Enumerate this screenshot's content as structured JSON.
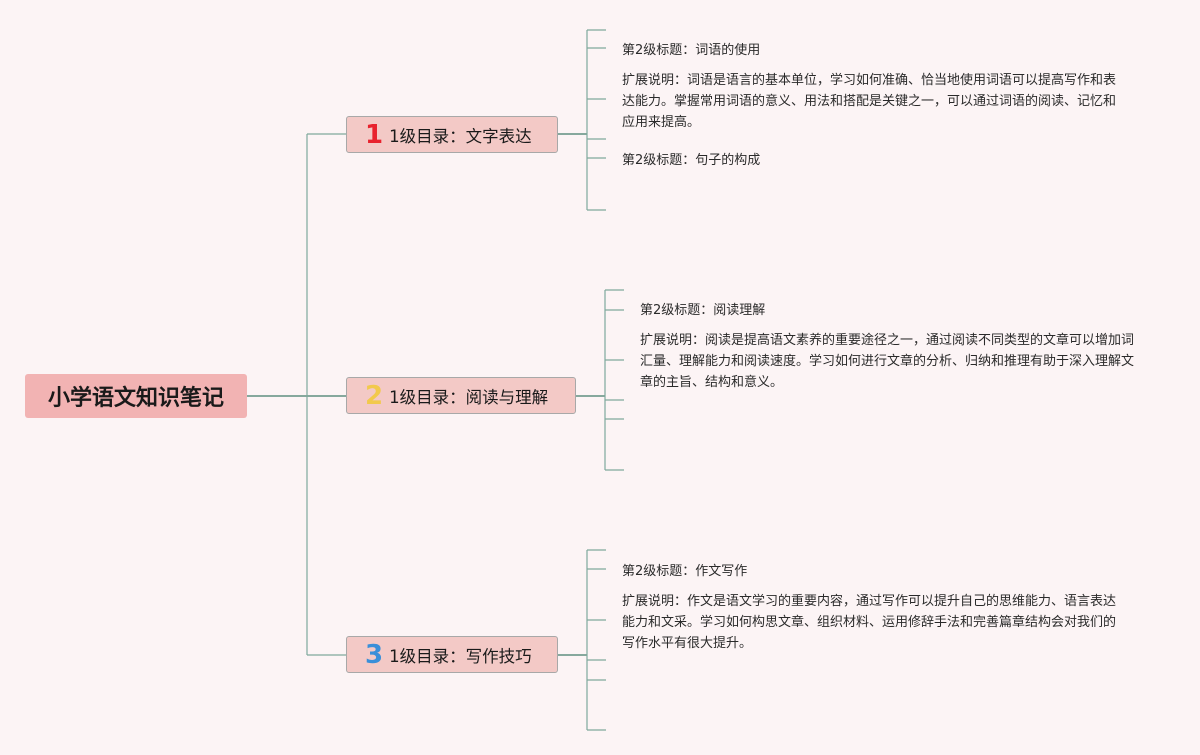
{
  "root": {
    "title": "小学语文知识笔记"
  },
  "branches": [
    {
      "badge": "1",
      "badge_color": "#e8222e",
      "label": "1级目录：文字表达",
      "items": [
        {
          "title": "第2级标题：词语的使用",
          "desc": "扩展说明：词语是语言的基本单位，学习如何准确、恰当地使用词语可以提高写作和表达能力。掌握常用词语的意义、用法和搭配是关键之一，可以通过词语的阅读、记忆和应用来提高。"
        },
        {
          "title": "第2级标题：句子的构成"
        }
      ]
    },
    {
      "badge": "2",
      "badge_color": "#f2c94c",
      "label": "1级目录：阅读与理解",
      "items": [
        {
          "title": "第2级标题：阅读理解",
          "desc": "扩展说明：阅读是提高语文素养的重要途径之一，通过阅读不同类型的文章可以增加词汇量、理解能力和阅读速度。学习如何进行文章的分析、归纳和推理有助于深入理解文章的主旨、结构和意义。"
        }
      ]
    },
    {
      "badge": "3",
      "badge_color": "#3a8fd9",
      "label": "1级目录：写作技巧",
      "items": [
        {
          "title": "第2级标题：作文写作",
          "desc": "扩展说明：作文是语文学习的重要内容，通过写作可以提升自己的思维能力、语言表达能力和文采。学习如何构思文章、组织材料、运用修辞手法和完善篇章结构会对我们的写作水平有很大提升。"
        }
      ]
    }
  ]
}
